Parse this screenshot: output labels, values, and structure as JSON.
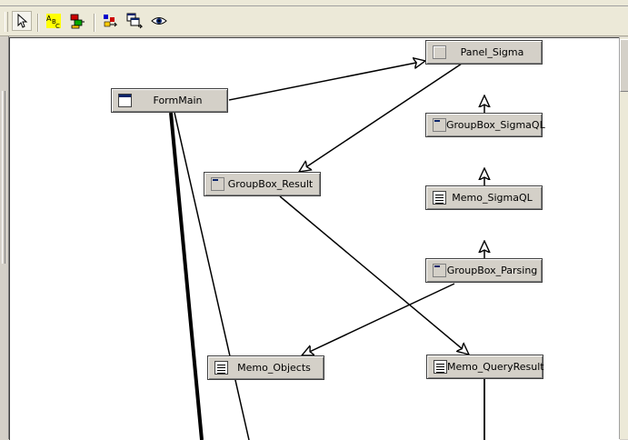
{
  "toolbar": {
    "buttons": [
      {
        "icon": "select-arrow-icon",
        "pressed": true
      },
      {
        "icon": "abc-text-icon",
        "pressed": false
      },
      {
        "icon": "color-palette-icon",
        "pressed": false
      },
      {
        "icon": "link-objects-icon",
        "pressed": false
      },
      {
        "icon": "layer-windows-icon",
        "pressed": false
      },
      {
        "icon": "view-eye-icon",
        "pressed": false
      }
    ]
  },
  "diagram": {
    "nodes": [
      {
        "id": "panel_sigma",
        "label": "Panel_Sigma",
        "icon": "panel"
      },
      {
        "id": "formmain",
        "label": "FormMain",
        "icon": "form"
      },
      {
        "id": "groupbox_sigmaql",
        "label": "GroupBox_SigmaQL",
        "icon": "group"
      },
      {
        "id": "groupbox_result",
        "label": "GroupBox_Result",
        "icon": "group"
      },
      {
        "id": "memo_sigmaql",
        "label": "Memo_SigmaQL",
        "icon": "memo"
      },
      {
        "id": "groupbox_parsing",
        "label": "GroupBox_Parsing",
        "icon": "group"
      },
      {
        "id": "memo_objects",
        "label": "Memo_Objects",
        "icon": "memo"
      },
      {
        "id": "memo_queryresult",
        "label": "Memo_QueryResult",
        "icon": "memo"
      }
    ],
    "edges": [
      {
        "from": "formmain",
        "to": "panel_sigma"
      },
      {
        "from": "panel_sigma",
        "to": "groupbox_result"
      },
      {
        "from": "groupbox_sigmaql",
        "to": "panel_sigma"
      },
      {
        "from": "memo_sigmaql",
        "to": "groupbox_sigmaql"
      },
      {
        "from": "groupbox_parsing",
        "to": "memo_sigmaql"
      },
      {
        "from": "groupbox_result",
        "to": "memo_queryresult"
      },
      {
        "from": "groupbox_parsing",
        "to": "memo_objects"
      }
    ]
  }
}
